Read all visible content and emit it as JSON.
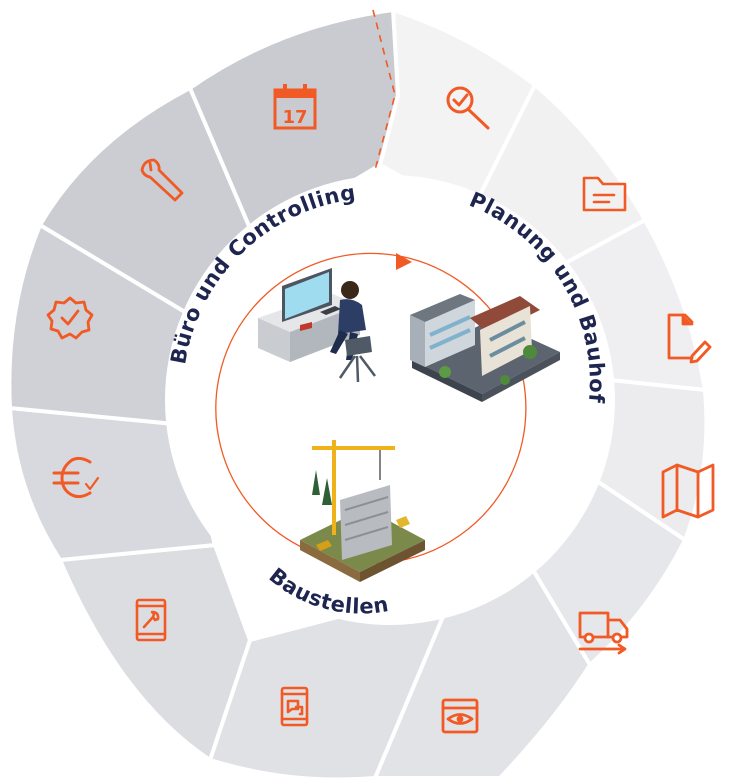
{
  "center_labels": {
    "office": "Büro und Controlling",
    "planning": "Planung und Bauhof",
    "sites": "Baustellen"
  },
  "icons": {
    "calendar_day": "17",
    "list": [
      "search-check-icon",
      "folder-icon",
      "document-edit-icon",
      "map-icon",
      "delivery-truck-icon",
      "eye-window-icon",
      "mobile-chat-icon",
      "mobile-wrench-icon",
      "euro-check-icon",
      "badge-check-icon",
      "wrench-icon",
      "calendar-icon"
    ]
  },
  "colors": {
    "accent": "#f15a24",
    "text": "#1e2650",
    "segment_dark": "#c9cbd1",
    "segment_mid": "#dddee2",
    "segment_light": "#ececee",
    "segment_lightest": "#f3f3f4"
  }
}
